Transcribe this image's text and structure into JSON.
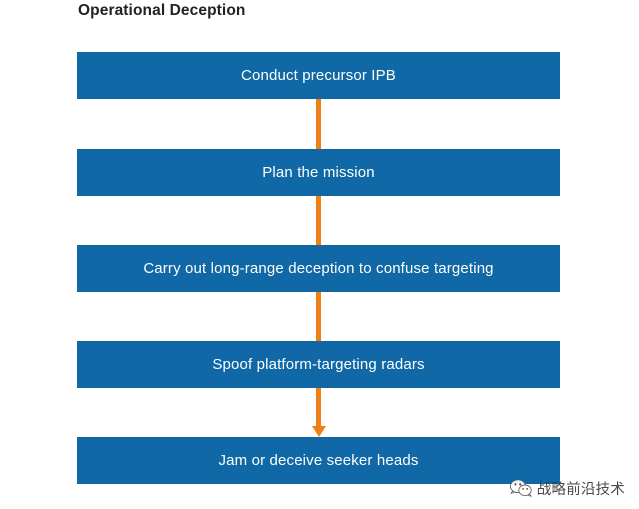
{
  "diagram": {
    "title": "Operational Deception",
    "type": "vertical-flowchart",
    "colors": {
      "box_fill": "#1068A6",
      "box_text": "#FFFFFF",
      "connector": "#EF8018",
      "title_text": "#222222",
      "background": "#FFFFFF"
    },
    "steps": [
      {
        "order": 1,
        "label": "Conduct precursor IPB"
      },
      {
        "order": 2,
        "label": "Plan the mission"
      },
      {
        "order": 3,
        "label": "Carry out long-range deception to confuse targeting"
      },
      {
        "order": 4,
        "label": "Spoof platform-targeting radars"
      },
      {
        "order": 5,
        "label": "Jam or deceive seeker heads"
      }
    ],
    "connectors": [
      {
        "from": 1,
        "to": 2,
        "arrowhead": false
      },
      {
        "from": 2,
        "to": 3,
        "arrowhead": false
      },
      {
        "from": 3,
        "to": 4,
        "arrowhead": false
      },
      {
        "from": 4,
        "to": 5,
        "arrowhead": true
      }
    ]
  },
  "watermark": {
    "icon": "wechat-icon",
    "text": "战略前沿技术"
  }
}
